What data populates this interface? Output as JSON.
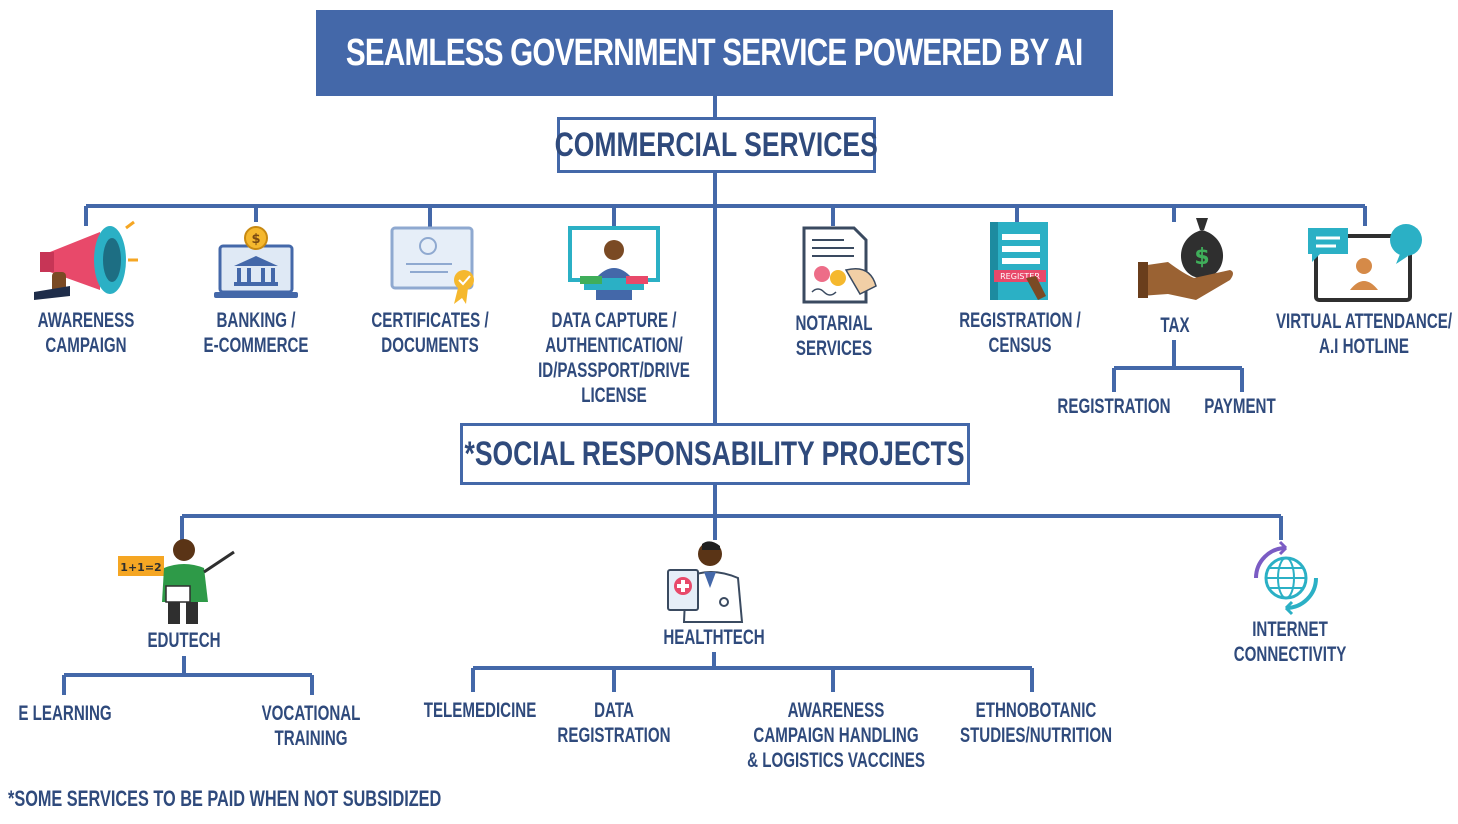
{
  "title": "SEAMLESS GOVERNMENT SERVICE POWERED BY AI",
  "commercial": {
    "heading": "COMMERCIAL SERVICES",
    "items": [
      {
        "lines": [
          "AWARENESS",
          "CAMPAIGN"
        ],
        "icon": "megaphone-icon"
      },
      {
        "lines": [
          "BANKING /",
          "E-COMMERCE"
        ],
        "icon": "laptop-bank-icon"
      },
      {
        "lines": [
          "CERTIFICATES /",
          "DOCUMENTS"
        ],
        "icon": "certificate-icon"
      },
      {
        "lines": [
          "DATA CAPTURE /",
          "AUTHENTICATION/",
          "ID/PASSPORT/DRIVE",
          "LICENSE"
        ],
        "icon": "id-capture-icon"
      },
      {
        "lines": [
          "NOTARIAL",
          "SERVICES"
        ],
        "icon": "notary-document-icon"
      },
      {
        "lines": [
          "REGISTRATION /",
          "CENSUS"
        ],
        "icon": "register-book-icon"
      },
      {
        "lines": [
          "TAX"
        ],
        "icon": "money-bag-hand-icon"
      },
      {
        "lines": [
          "VIRTUAL ATTENDANCE/",
          "A.I HOTLINE"
        ],
        "icon": "video-chat-icon"
      }
    ],
    "tax_children": [
      "REGISTRATION",
      "PAYMENT"
    ],
    "register_badge": "REGISTER"
  },
  "social": {
    "heading": "*SOCIAL RESPONSABILITY PROJECTS",
    "edutech": {
      "label": "EDUTECH",
      "board": "1+1=2",
      "children": [
        [
          "E LEARNING"
        ],
        [
          "VOCATIONAL",
          "TRAINING"
        ]
      ]
    },
    "healthtech": {
      "label": "HEALTHTECH",
      "children": [
        [
          "TELEMEDICINE"
        ],
        [
          "DATA",
          "REGISTRATION"
        ],
        [
          "AWARENESS",
          "CAMPAIGN HANDLING",
          "& LOGISTICS VACCINES"
        ],
        [
          "ETHNOBOTANIC",
          "STUDIES/NUTRITION"
        ]
      ]
    },
    "internet": {
      "lines": [
        "INTERNET",
        "CONNECTIVITY"
      ]
    }
  },
  "footnote": "*SOME SERVICES TO BE PAID WHEN NOT SUBSIDIZED",
  "colors": {
    "primary": "#4468a9",
    "text": "#2f4a7c"
  }
}
